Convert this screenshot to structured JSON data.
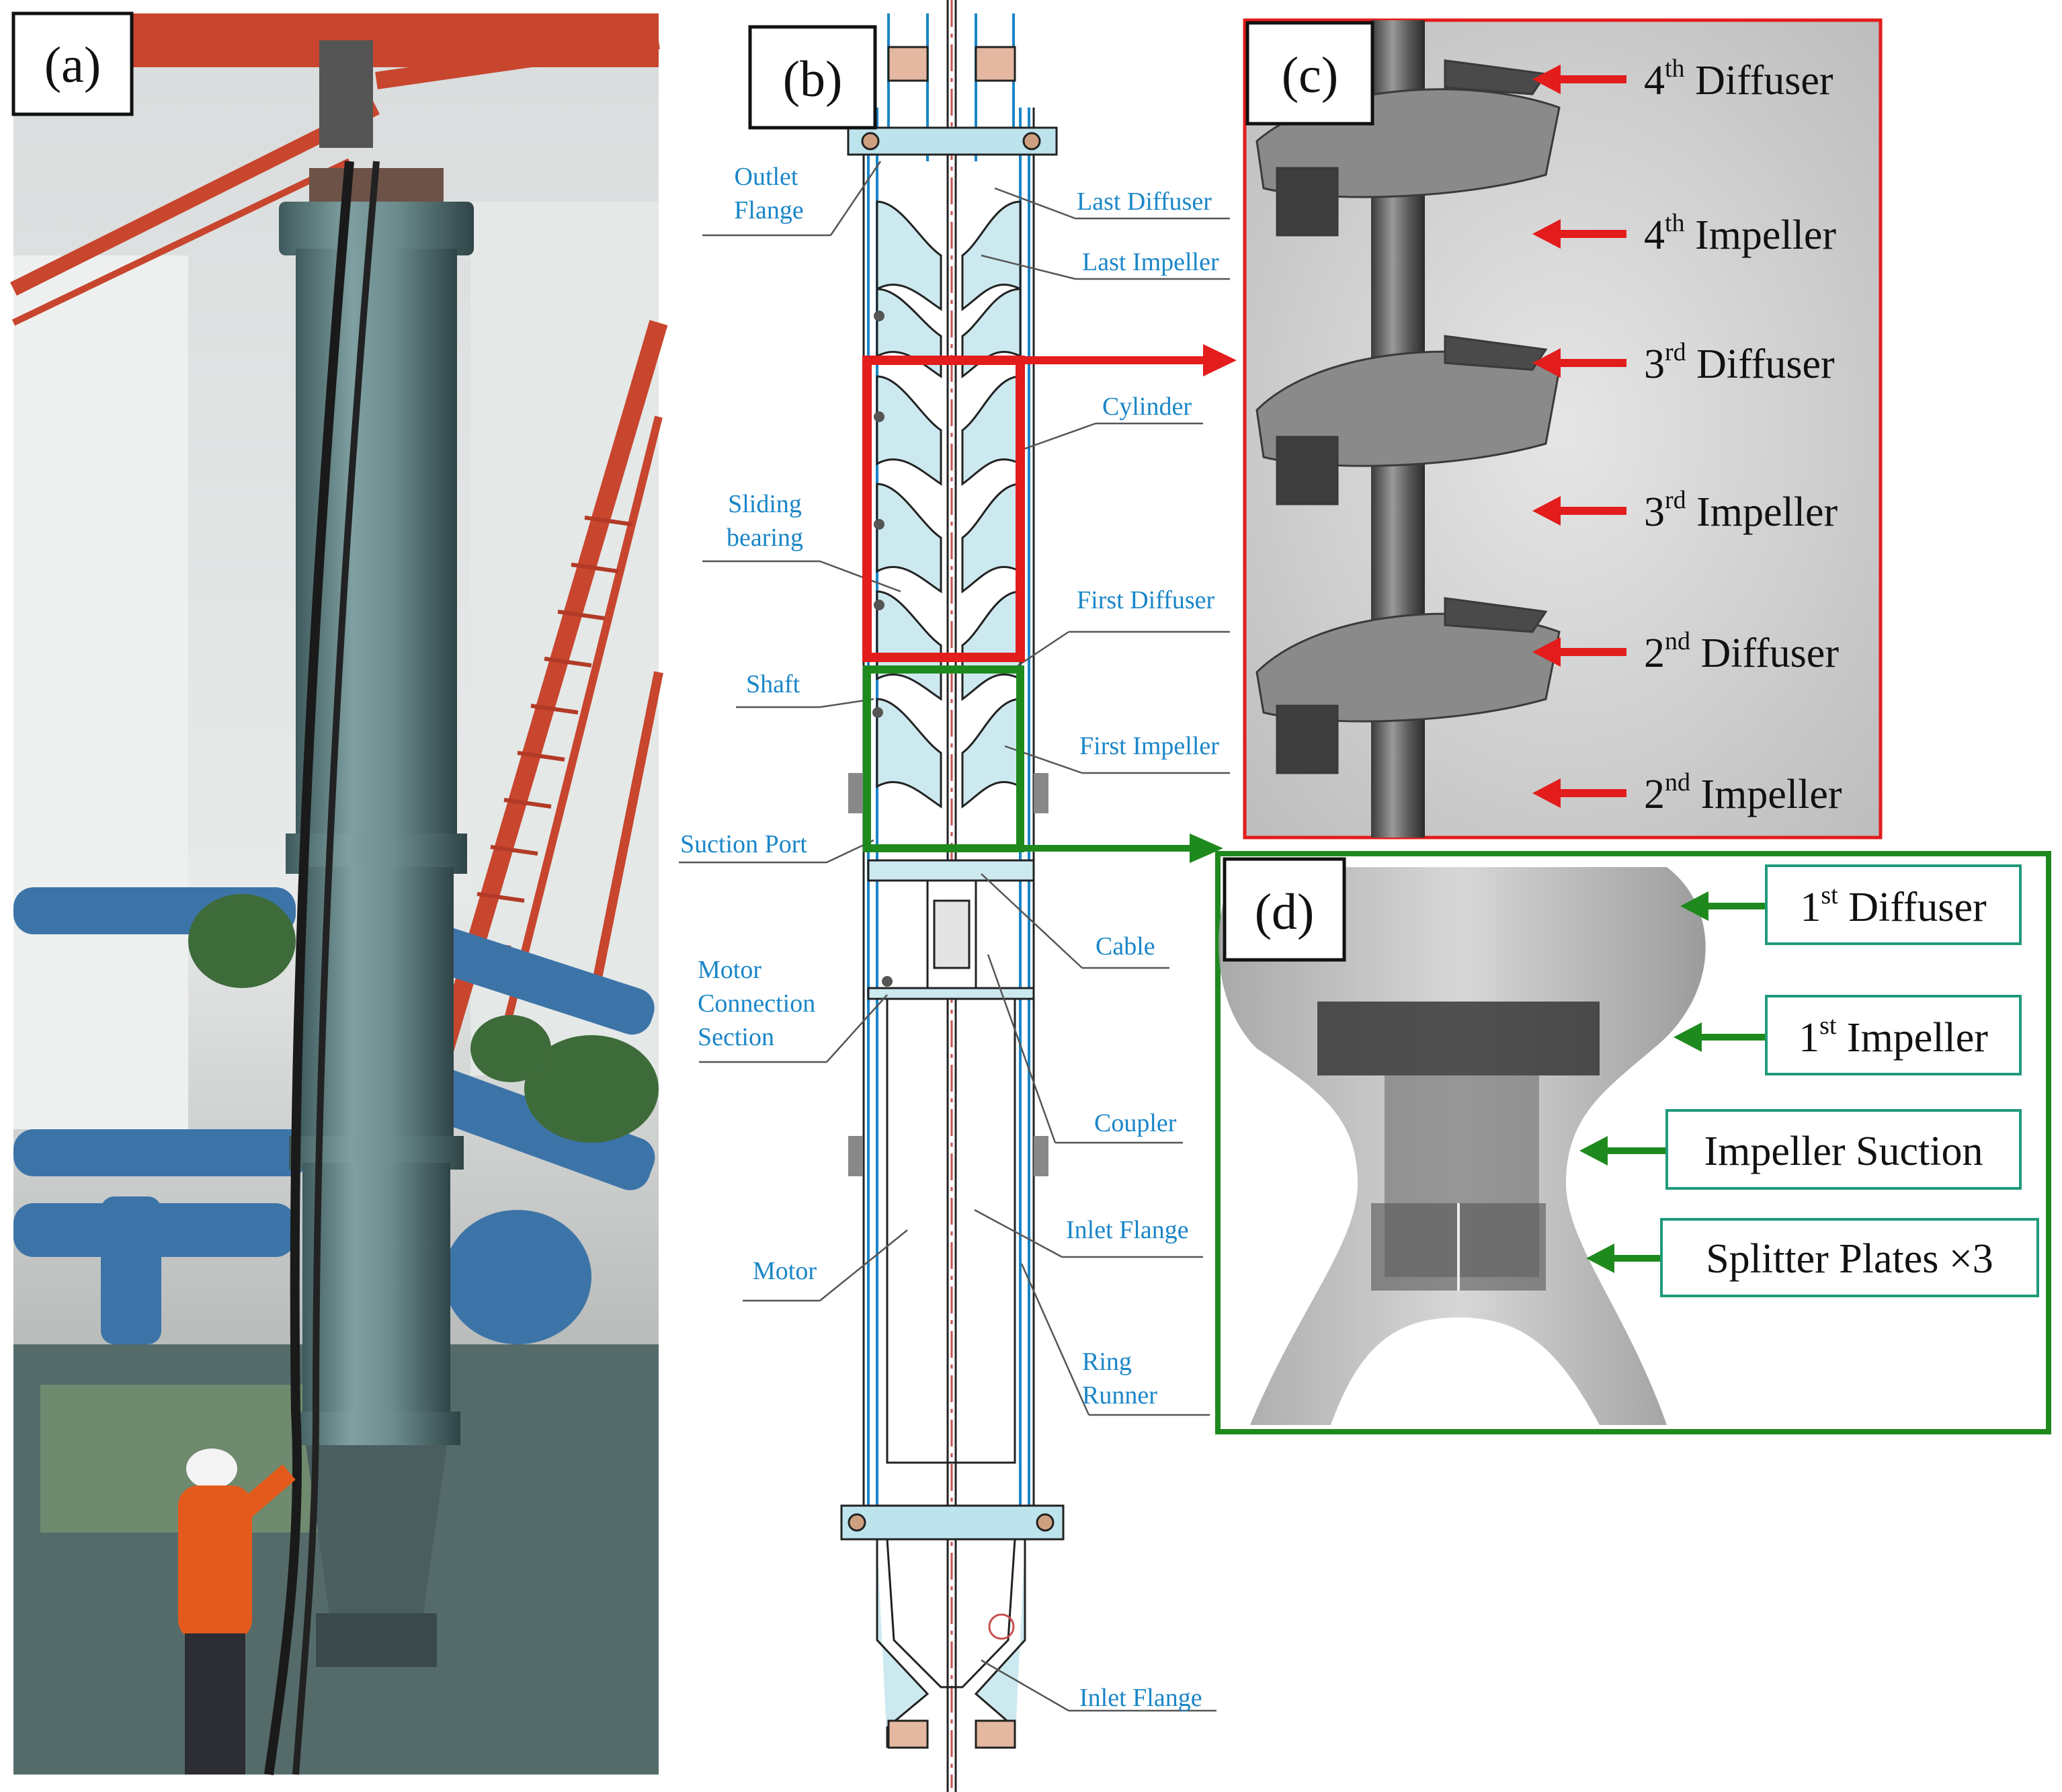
{
  "panels": {
    "a": "(a)",
    "b": "(b)",
    "c": "(c)",
    "d": "(d)"
  },
  "labels_b": {
    "outlet_flange_1": "Outlet",
    "outlet_flange_2": "Flange",
    "last_diffuser": "Last Diffuser",
    "last_impeller": "Last Impeller",
    "cylinder": "Cylinder",
    "sliding_bearing_1": "Sliding",
    "sliding_bearing_2": "bearing",
    "first_diffuser": "First Diffuser",
    "shaft": "Shaft",
    "first_impeller": "First Impeller",
    "suction_port": "Suction Port",
    "cable": "Cable",
    "motor_connection_1": "Motor",
    "motor_connection_2": "Connection",
    "motor_connection_3": "Section",
    "coupler": "Coupler",
    "inlet_flange_mid": "Inlet Flange",
    "motor": "Motor",
    "ring_runner_1": "Ring",
    "ring_runner_2": "Runner",
    "inlet_flange_bottom": "Inlet Flange"
  },
  "labels_c": [
    {
      "num": "4",
      "sup": "th",
      "name": "Diffuser"
    },
    {
      "num": "4",
      "sup": "th",
      "name": "Impeller"
    },
    {
      "num": "3",
      "sup": "rd",
      "name": "Diffuser"
    },
    {
      "num": "3",
      "sup": "rd",
      "name": "Impeller"
    },
    {
      "num": "2",
      "sup": "nd",
      "name": "Diffuser"
    },
    {
      "num": "2",
      "sup": "nd",
      "name": "Impeller"
    }
  ],
  "labels_d": [
    {
      "num": "1",
      "sup": "st",
      "name": "Diffuser"
    },
    {
      "num": "1",
      "sup": "st",
      "name": "Impeller"
    },
    {
      "num": "",
      "sup": "",
      "name": "Impeller Suction"
    },
    {
      "num": "",
      "sup": "",
      "name": "Splitter Plates ×3"
    }
  ],
  "colors": {
    "label_blue": "#1a86c8",
    "highlight_red": "#e31c1c",
    "highlight_green": "#1e8a1e",
    "pump_body": "#6e8c8e",
    "frame_red": "#c8452e"
  }
}
